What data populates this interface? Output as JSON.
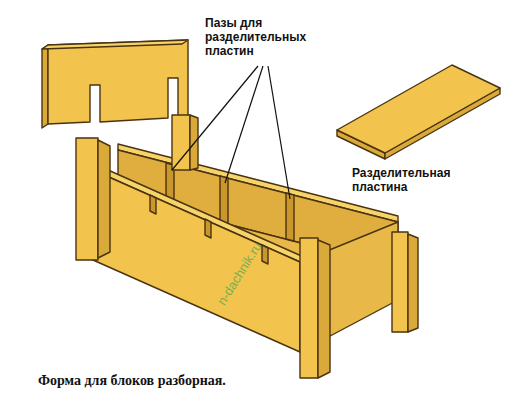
{
  "diagram": {
    "caption": "Форма для блоков разборная.",
    "labels": [
      "Пазы для разделительных пластин",
      "Разделительная пластина",
      "n-dachnik.ru"
    ]
  }
}
